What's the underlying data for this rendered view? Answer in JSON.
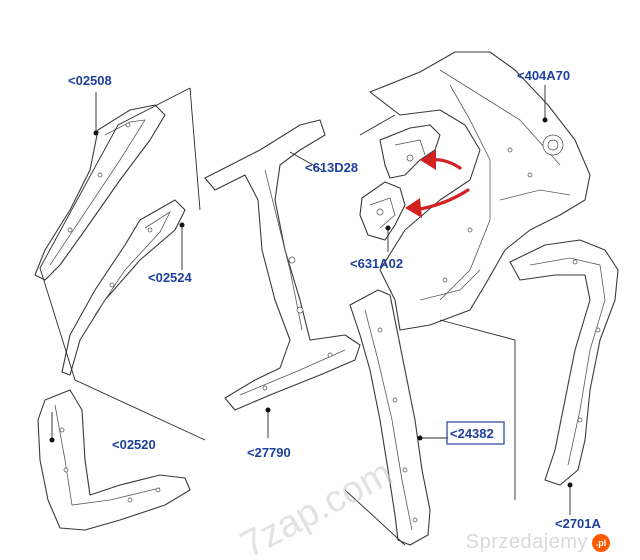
{
  "callouts": {
    "part_02508": "<02508",
    "part_404A70": "<404A70",
    "part_613D28": "<613D28",
    "part_631A02": "<631A02",
    "part_02524": "<02524",
    "part_02520": "<02520",
    "part_27790": "<27790",
    "part_24382": "<24382",
    "part_bottom_right": "<2701A"
  },
  "highlighted_callout": "part_24382",
  "watermark": {
    "text": "7zap.com"
  },
  "brand": {
    "text": "Sprzedajemy",
    "badge": ".pl",
    "badge_color": "#ff5a00"
  },
  "colors": {
    "callout_text": "#1f3f9e",
    "arrow": "#d32020"
  }
}
